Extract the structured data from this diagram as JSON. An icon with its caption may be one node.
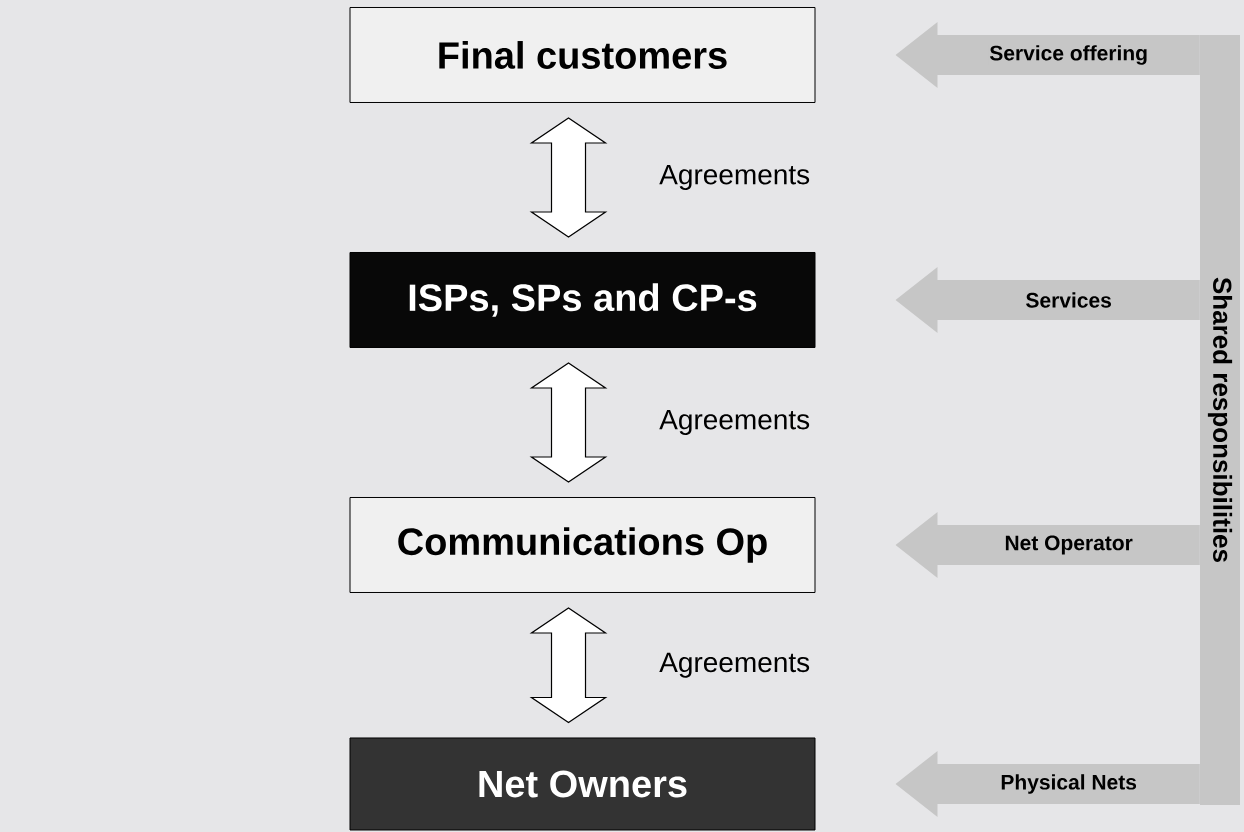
{
  "diagram": {
    "nodes": [
      {
        "text": [
          "Final customers"
        ]
      },
      {
        "text": [
          "ISPs, SPs and CP-s"
        ]
      },
      {
        "text": [
          "Communications Op"
        ]
      },
      {
        "text": [
          "Net Owners"
        ]
      },
      {
        "text": [
          "Shared responsibilities"
        ]
      }
    ],
    "edges": [
      {
        "from": 0,
        "to": 1,
        "arrow": "both",
        "label": "Agreements"
      },
      {
        "from": 1,
        "to": 2,
        "arrow": "both",
        "label": "Agreements"
      },
      {
        "from": 2,
        "to": 3,
        "arrow": "both",
        "label": "Agreements"
      },
      {
        "from": 4,
        "to": 0,
        "arrow": "to",
        "label": "Service offering"
      },
      {
        "from": 4,
        "to": 1,
        "arrow": "to",
        "label": "Services"
      },
      {
        "from": 4,
        "to": 2,
        "arrow": "to",
        "label": "Net Operator"
      },
      {
        "from": 4,
        "to": 3,
        "arrow": "to",
        "label": "Physical Nets"
      }
    ]
  }
}
